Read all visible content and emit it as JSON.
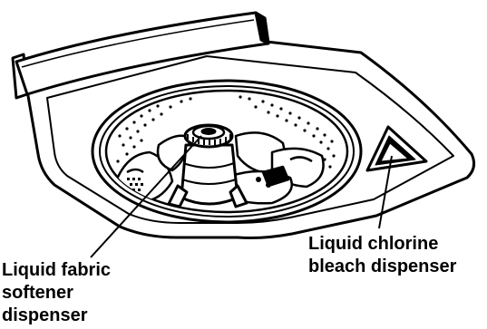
{
  "labels": {
    "fabric_softener": {
      "lines": [
        "Liquid fabric",
        "softener",
        "dispenser"
      ]
    },
    "bleach": {
      "lines": [
        "Liquid chlorine",
        "bleach dispenser"
      ]
    }
  },
  "colors": {
    "ink": "#000000",
    "paper": "#ffffff"
  }
}
